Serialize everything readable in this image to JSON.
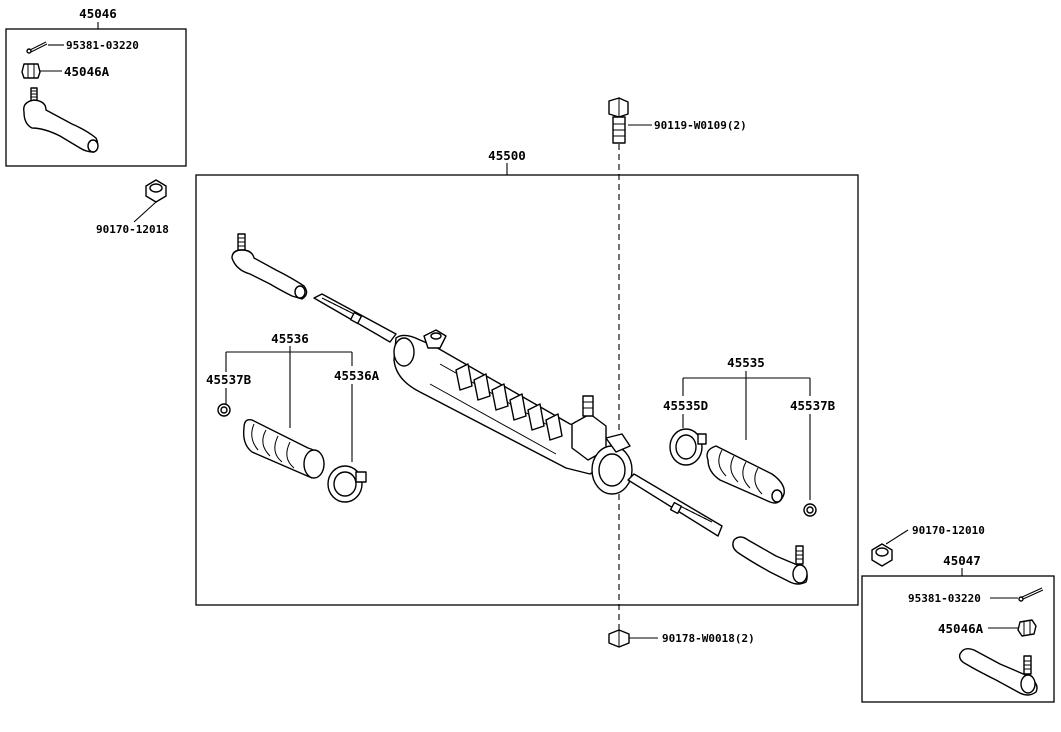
{
  "labels": {
    "kit_left": "45046",
    "cotter_pin_left": "95381-03220",
    "nut_left": "45046A",
    "lock_nut_left": "90170-12018",
    "rack_assembly": "45500",
    "bolt_top": "90119-W0109(2)",
    "nut_bottom": "90178-W0018(2)",
    "boot_kit_left": "45536",
    "clamp_left_small": "45537B",
    "clamp_left_large": "45536A",
    "boot_kit_right": "45535",
    "clamp_right_large": "45535D",
    "clamp_right_small": "45537B",
    "lock_nut_right": "90170-12010",
    "kit_right": "45047",
    "cotter_pin_right": "95381-03220",
    "nut_right": "45046A"
  }
}
